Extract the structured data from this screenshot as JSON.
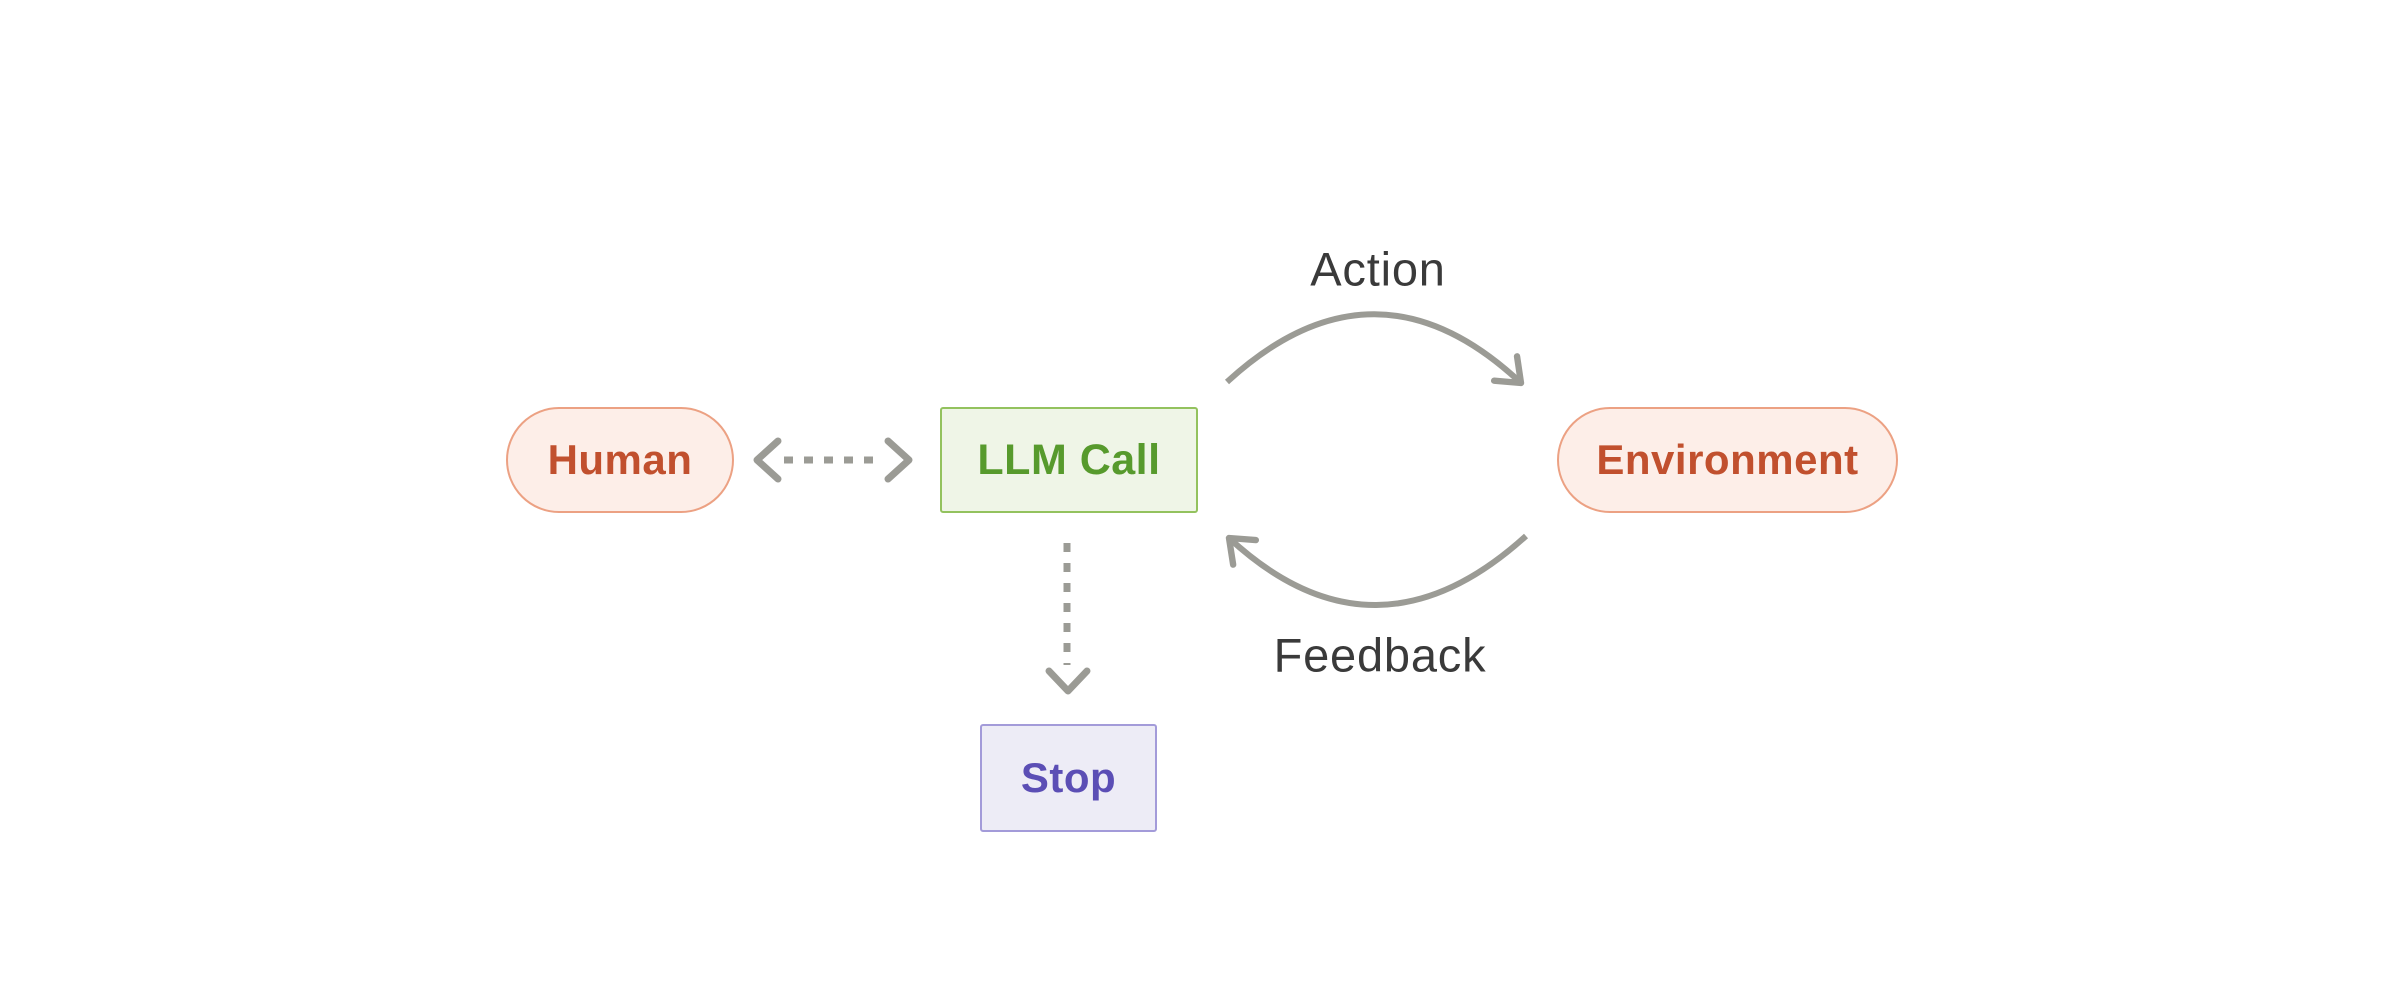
{
  "colors": {
    "background": "#ffffff",
    "arrow": "#9b9b95",
    "edge-label": "#3a3a3a",
    "peach-fill": "#fdeee8",
    "peach-border": "#eca183",
    "peach-text": "#c1502e",
    "green-fill": "#eff5e7",
    "green-border": "#93c25e",
    "green-text": "#579a2d",
    "purple-fill": "#edecf6",
    "purple-border": "#a39bd9",
    "purple-text": "#5b4eb5"
  },
  "nodes": {
    "human": {
      "label": "Human",
      "shape": "pill"
    },
    "llm_call": {
      "label": "LLM Call",
      "shape": "rectangle"
    },
    "environment": {
      "label": "Environment",
      "shape": "pill"
    },
    "stop": {
      "label": "Stop",
      "shape": "rectangle"
    }
  },
  "edges": {
    "action": {
      "label": "Action",
      "from": "LLM Call",
      "to": "Environment",
      "style": "solid curved arrow"
    },
    "feedback": {
      "label": "Feedback",
      "from": "Environment",
      "to": "LLM Call",
      "style": "solid curved arrow"
    },
    "human_llm": {
      "label": "",
      "from": "Human",
      "to": "LLM Call",
      "style": "dashed double-headed arrow"
    },
    "llm_stop": {
      "label": "",
      "from": "LLM Call",
      "to": "Stop",
      "style": "dashed arrow"
    }
  }
}
